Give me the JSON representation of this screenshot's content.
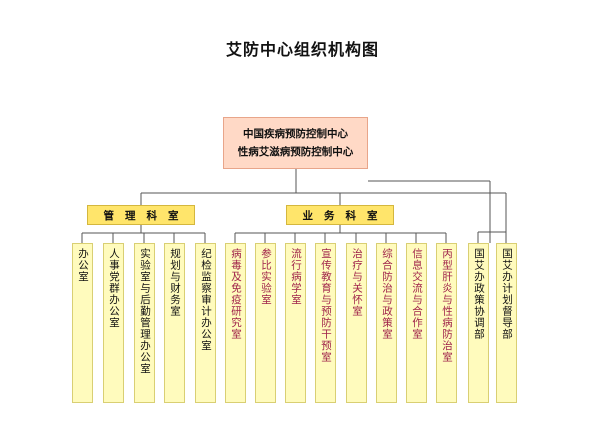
{
  "title": "艾防中心组织机构图",
  "root": {
    "line1": "中国疾病预防控制中心",
    "line2": "性病艾滋病预防控制中心"
  },
  "departments": {
    "management": "管理科室",
    "business": "业务科室"
  },
  "management_units": [
    "办公室",
    "人事党群办公室",
    "实验室与后勤管理办公室",
    "规划与财务室",
    "纪检监察审计办公室"
  ],
  "business_units": [
    "病毒及免疫研究室",
    "参比实验室",
    "流行病学室",
    "宣传教育与预防干预室",
    "治疗与关怀室",
    "综合防治与政策室",
    "信息交流与合作室",
    "丙型肝炎与性病防治室"
  ],
  "independent_units": [
    "国艾办政策协调部",
    "国艾办计划督导部"
  ],
  "colors": {
    "root_fill": "#ffd9c6",
    "dept_fill": "#ffe56b",
    "leaf_fill": "#fffbbd",
    "business_text": "#a0244a",
    "line": "#555555"
  }
}
